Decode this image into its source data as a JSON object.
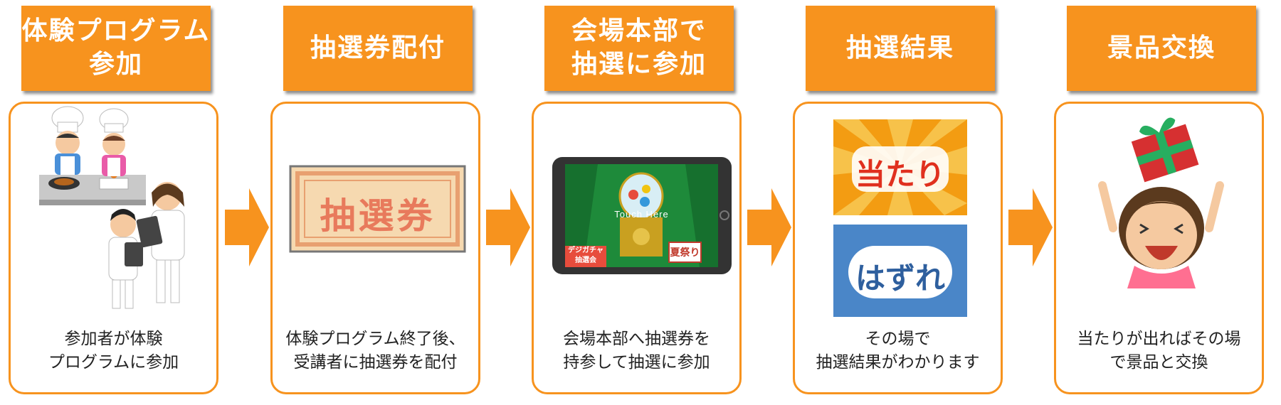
{
  "accent_color": "#F7931E",
  "steps": [
    {
      "title": "体験プログラム\n参加",
      "caption": "参加者が体験\nプログラムに参加"
    },
    {
      "title": "抽選券配付",
      "caption": "体験プログラム終了後、\n受講者に抽選券を配付"
    },
    {
      "title": "会場本部で\n抽選に参加",
      "caption": "会場本部へ抽選券を\n持参して抽選に参加"
    },
    {
      "title": "抽選結果",
      "caption": "その場で\n抽選結果がわかります"
    },
    {
      "title": "景品交換",
      "caption": "当たりが出ればその場\nで景品と交換"
    }
  ],
  "ticket": {
    "text": "抽選券"
  },
  "tablet": {
    "screen_text": "Touch Here",
    "badge_left": "デジガチャ\n抽選会",
    "badge_right": "夏祭り"
  },
  "result": {
    "win": "当たり",
    "lose": "はずれ"
  },
  "icons": [
    "cooking-chefs-icon",
    "nurses-icon",
    "lottery-ticket-icon",
    "tablet-gacha-icon",
    "win-card-icon",
    "lose-card-icon",
    "gift-box-icon",
    "happy-person-icon",
    "arrow-right-icon"
  ]
}
